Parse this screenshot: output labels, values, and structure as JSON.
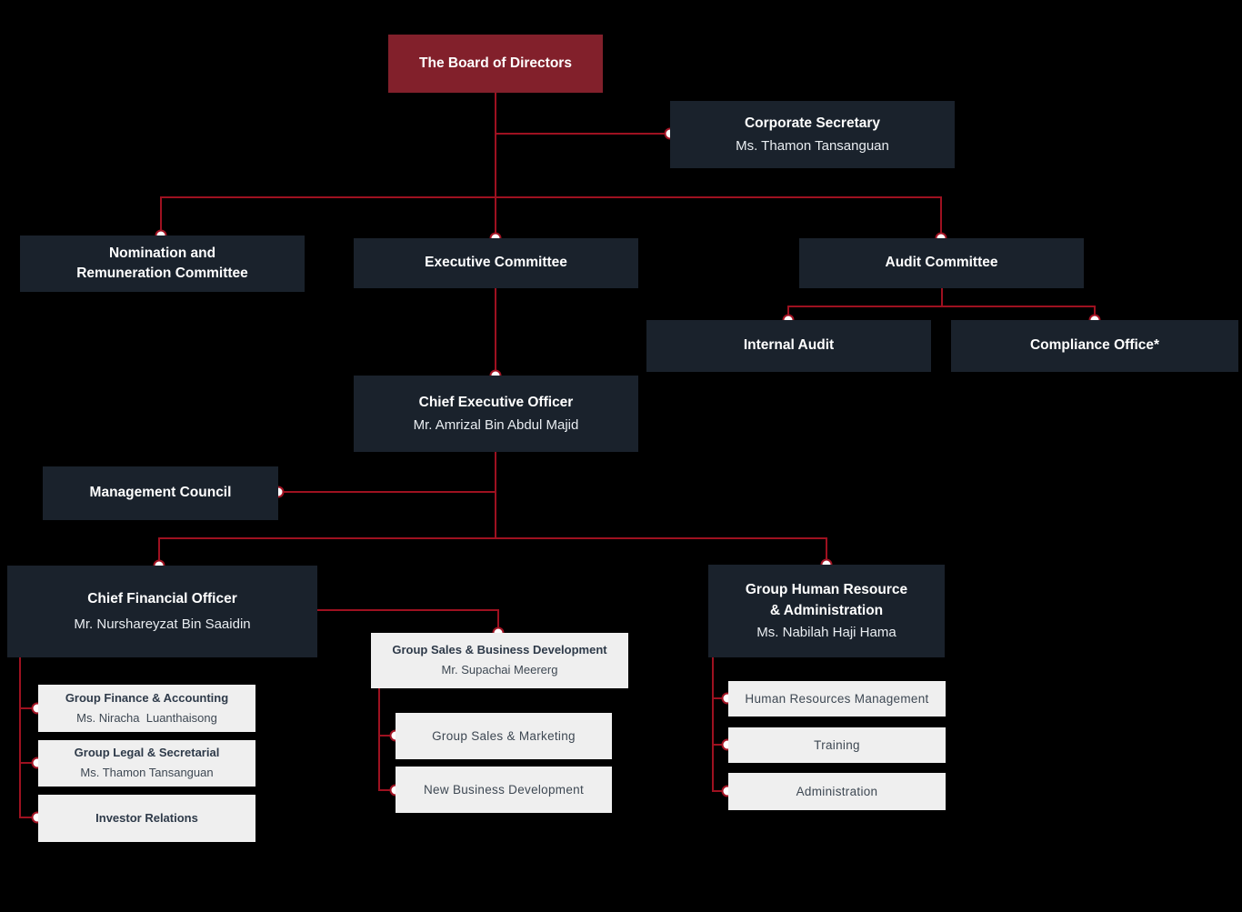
{
  "palette": {
    "background": "#000000",
    "board_box": "#82202B",
    "dark_box": "#1A222C",
    "light_box": "#EFEFEF",
    "connector": "#9E1120",
    "node_fill": "#FFFFFF",
    "dark_box_text": "#FFFFFF",
    "light_box_title_text": "#2E3A49",
    "light_box_sub_text": "#3E4853"
  },
  "nodes": {
    "board": {
      "title": "The Board of Directors"
    },
    "corporate_secretary": {
      "title": "Corporate Secretary",
      "person": "Ms. Thamon Tansanguan"
    },
    "nomination_remuneration": {
      "title_line1": "Nomination and",
      "title_line2": "Remuneration Committee"
    },
    "executive_committee": {
      "title": "Executive Committee"
    },
    "audit_committee": {
      "title": "Audit Committee"
    },
    "internal_audit": {
      "title": "Internal Audit"
    },
    "compliance_office": {
      "title": "Compliance Office*"
    },
    "ceo": {
      "title": "Chief Executive Officer",
      "person": "Mr. Amrizal Bin Abdul Majid"
    },
    "management_council": {
      "title": "Management Council"
    },
    "cfo": {
      "title": "Chief Financial Officer",
      "person": "Mr. Nurshareyzat Bin Saaidin"
    },
    "group_hr_admin": {
      "title_line1": "Group Human Resource",
      "title_line2": "& Administration",
      "person": "Ms. Nabilah Haji Hama"
    },
    "group_sales_bd": {
      "title": "Group Sales & Business Development",
      "person": "Mr. Supachai Meererg"
    },
    "group_finance_accounting": {
      "title": "Group Finance & Accounting",
      "person": "Ms. Niracha  Luanthaisong"
    },
    "group_legal_secretarial": {
      "title": "Group Legal & Secretarial",
      "person": "Ms. Thamon Tansanguan"
    },
    "investor_relations": {
      "title": "Investor Relations"
    },
    "group_sales_marketing": {
      "title": "Group Sales & Marketing"
    },
    "new_business_development": {
      "title": "New Business Development"
    },
    "hr_management": {
      "title": "Human Resources Management"
    },
    "training": {
      "title": "Training"
    },
    "administration": {
      "title": "Administration"
    }
  }
}
